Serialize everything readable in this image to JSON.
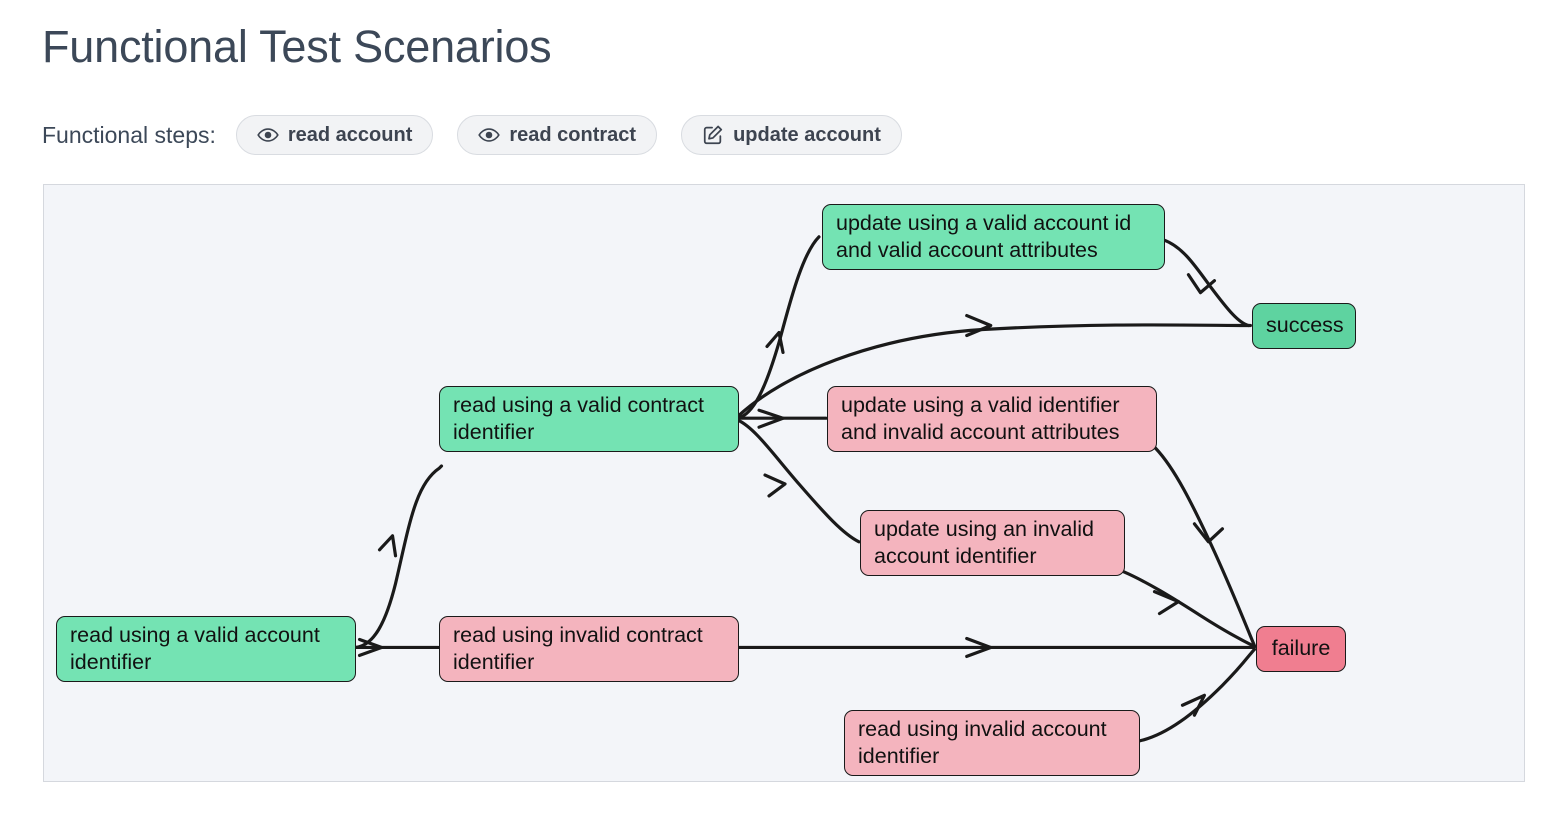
{
  "page": {
    "title": "Functional Test Scenarios",
    "title_color": "#3c4858",
    "background": "#ffffff"
  },
  "steps": {
    "label": "Functional steps:",
    "chips": [
      {
        "icon": "eye-icon",
        "label": "read account"
      },
      {
        "icon": "eye-icon",
        "label": "read contract"
      },
      {
        "icon": "edit-pencil-icon",
        "label": "update account"
      }
    ]
  },
  "diagram": {
    "background": "#f3f5f9",
    "border_color": "#d5d8de",
    "colors": {
      "pass_node": "#74e3b3",
      "fail_node": "#f4b4be",
      "success_terminal": "#5ed3a0",
      "failure_terminal": "#f07e90",
      "node_border": "#1a1a1a",
      "edge": "#1a1a1a"
    },
    "nodes": [
      {
        "id": "read-valid-account",
        "label": "read using a valid account\nidentifier",
        "style": "green"
      },
      {
        "id": "read-valid-contract",
        "label": "read using a valid contract\nidentifier",
        "style": "green"
      },
      {
        "id": "read-invalid-contract",
        "label": "read using invalid contract\nidentifier",
        "style": "pink"
      },
      {
        "id": "read-invalid-account",
        "label": "read using invalid account\nidentifier",
        "style": "pink"
      },
      {
        "id": "update-valid-id-valid-attrs",
        "label": "update using a valid account id\nand valid account attributes",
        "style": "green"
      },
      {
        "id": "update-valid-id-invalid-attrs",
        "label": "update using a valid identifier\nand invalid account attributes",
        "style": "pink"
      },
      {
        "id": "update-invalid-id",
        "label": "update using an invalid\naccount identifier",
        "style": "pink"
      },
      {
        "id": "success",
        "label": "success",
        "style": "term-green"
      },
      {
        "id": "failure",
        "label": "failure",
        "style": "term-pink"
      }
    ],
    "edges": [
      {
        "from": "read-valid-account",
        "to": "read-valid-contract"
      },
      {
        "from": "read-valid-account",
        "to": "read-invalid-contract"
      },
      {
        "from": "read-valid-contract",
        "to": "update-valid-id-valid-attrs"
      },
      {
        "from": "read-valid-contract",
        "to": "success"
      },
      {
        "from": "read-valid-contract",
        "to": "update-valid-id-invalid-attrs"
      },
      {
        "from": "read-valid-contract",
        "to": "update-invalid-id"
      },
      {
        "from": "update-valid-id-valid-attrs",
        "to": "success"
      },
      {
        "from": "update-valid-id-invalid-attrs",
        "to": "failure"
      },
      {
        "from": "update-invalid-id",
        "to": "failure"
      },
      {
        "from": "read-invalid-contract",
        "to": "failure"
      },
      {
        "from": "read-invalid-account",
        "to": "failure"
      }
    ]
  }
}
